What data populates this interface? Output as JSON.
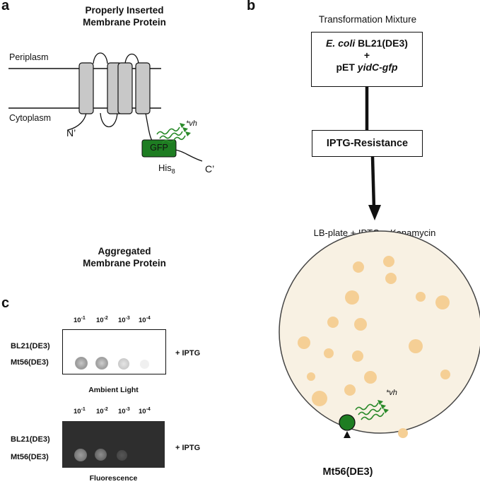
{
  "panel_a": {
    "letter": "a",
    "title_line1": "Properly Inserted",
    "title_line2": "Membrane Protein",
    "periplasm_label": "Periplasm",
    "cytoplasm_label": "Cytoplasm",
    "n_terminus": "N’",
    "gfp_label": "GFP",
    "his_label": "His",
    "his_subscript": "8",
    "c_terminus": "C’",
    "emission_label": "*vh",
    "aggregated_line1": "Aggregated",
    "aggregated_line2": "Membrane Protein"
  },
  "panel_b": {
    "letter": "b",
    "mixture_title": "Transformation Mixture",
    "box1_strain_italic": "E. coli",
    "box1_strain": " BL21(DE3)",
    "box1_plus": "+",
    "box1_plasmid": "pET ",
    "box1_plasmid_italic": "yidC-gfp",
    "box2_label": "IPTG-Resistance",
    "plate_label": "LB-plate + IPTG + Kanamycin",
    "emission_label": "*vh",
    "mutant_label": "Mt56(DE3)"
  },
  "panel_c": {
    "letter": "c",
    "dilutions": [
      {
        "base": "10",
        "exp": "-1"
      },
      {
        "base": "10",
        "exp": "-2"
      },
      {
        "base": "10",
        "exp": "-3"
      },
      {
        "base": "10",
        "exp": "-4"
      }
    ],
    "strain1": "BL21(DE3)",
    "strain2": "Mt56(DE3)",
    "condition": "+ IPTG",
    "ambient_caption": "Ambient Light",
    "fluorescence_caption": "Fluorescence"
  },
  "colors": {
    "gfp_green": "#1e7d22",
    "arrow_green": "#2a8a2a",
    "plate_fill": "#f8f1e3",
    "colony": "#f5cf95",
    "helix_gray": "#c8c8c8",
    "aggregate_gray": "#9a9a9a",
    "aggregate_green": "#1f9a3a"
  }
}
